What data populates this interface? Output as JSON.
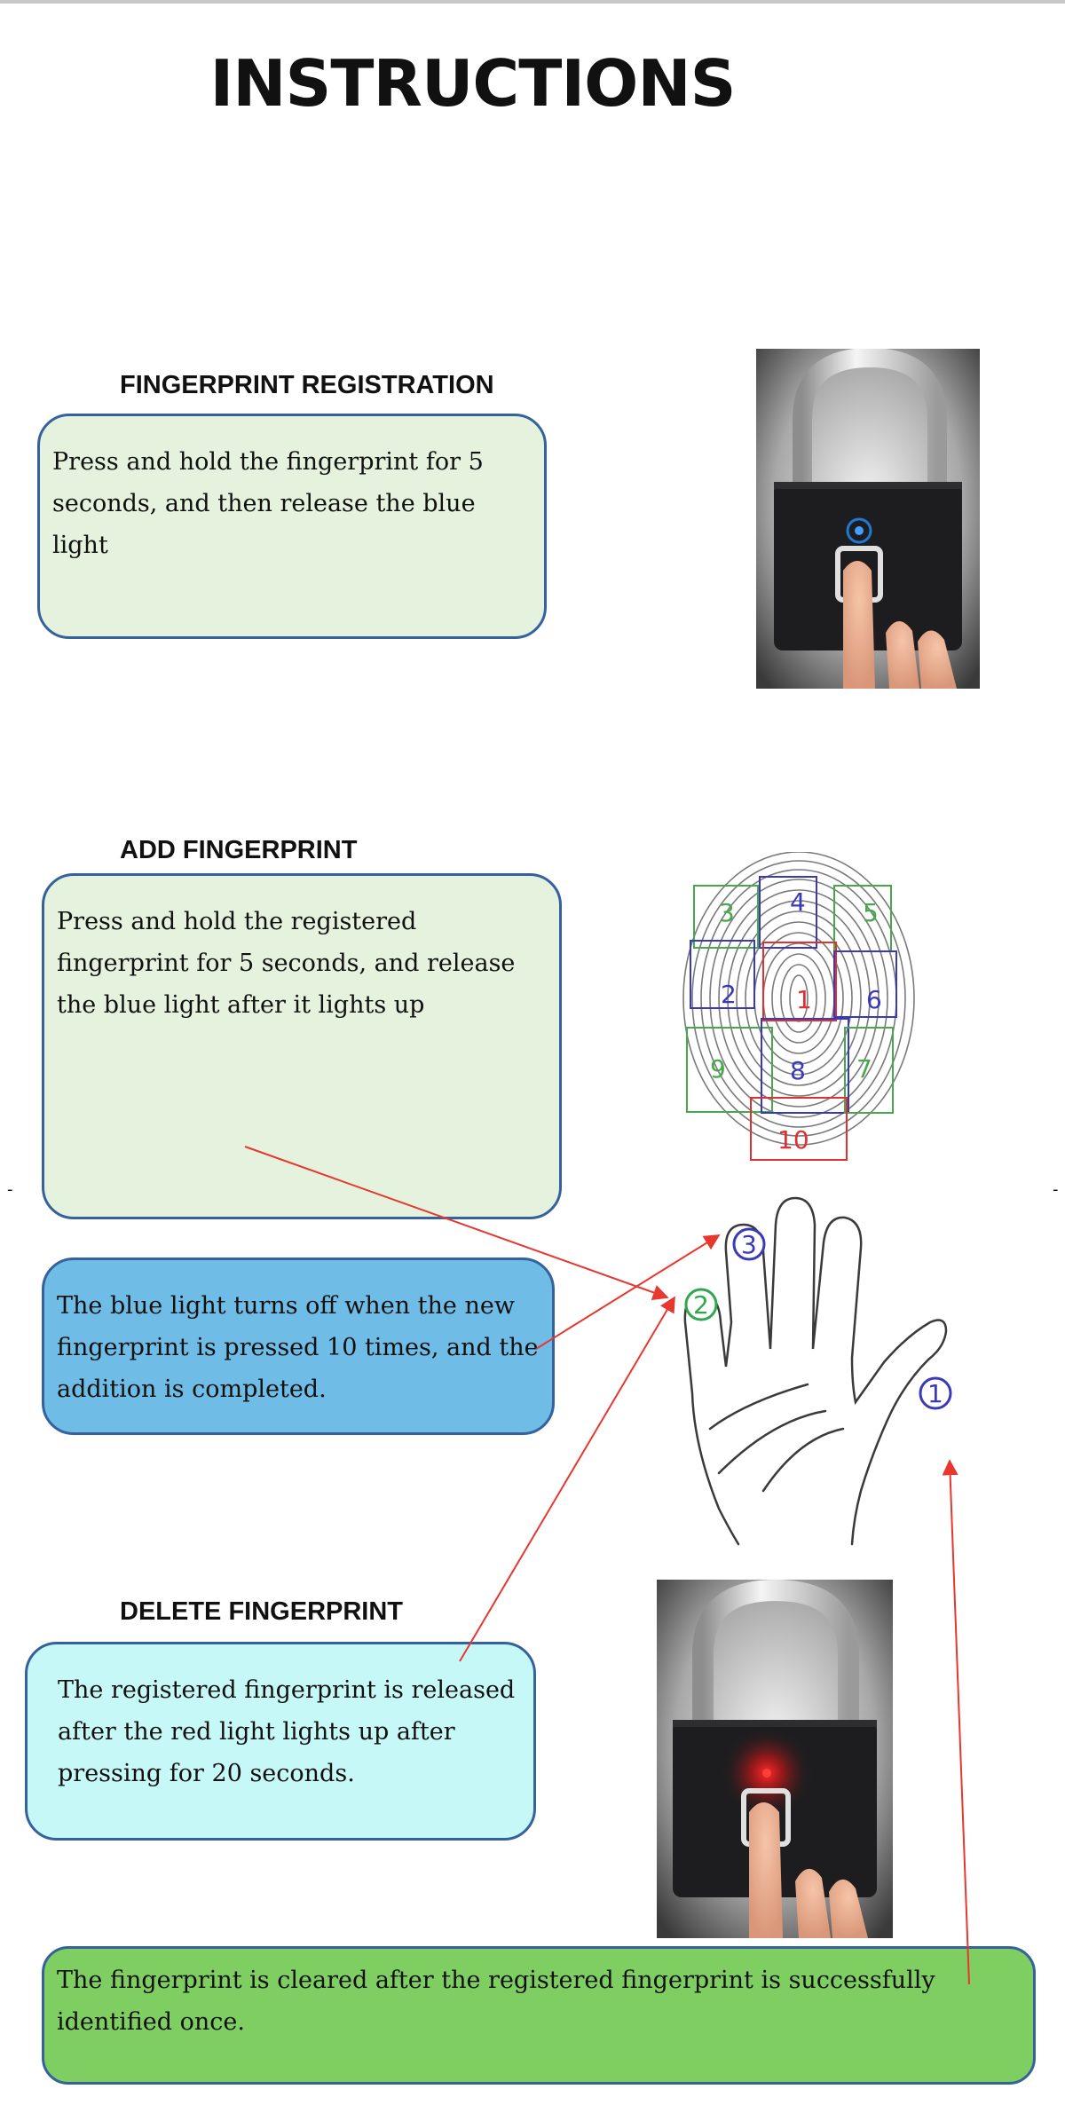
{
  "title": "INSTRUCTIONS",
  "sections": {
    "registration": {
      "heading": "FINGERPRINT REGISTRATION",
      "text": "Press and hold the fingerprint for 5 seconds, and then release the blue light"
    },
    "add": {
      "heading": "ADD FINGERPRINT",
      "text": "Press and hold the registered fingerprint for 5 seconds, and release the blue light after it lights up"
    },
    "add_complete": {
      "text": "The blue light turns off when the new fingerprint is pressed 10 times, and the addition is completed."
    },
    "delete": {
      "heading": "DELETE FINGERPRINT",
      "text": "The registered fingerprint is released after the red light lights up after pressing for 20 seconds."
    },
    "clear": {
      "text": "The fingerprint is cleared after the registered fingerprint is successfully identified once."
    }
  },
  "fingerprint_zones": [
    "1",
    "2",
    "3",
    "4",
    "5",
    "6",
    "7",
    "8",
    "9",
    "10"
  ],
  "hand_fingers": [
    "1",
    "2",
    "3"
  ],
  "margin_marks": [
    "-",
    "-"
  ],
  "colors": {
    "box_border": "#35629c",
    "light_green_fill": "#e4f2de",
    "blue_fill": "#6fbce6",
    "cyan_fill": "#c7f8f8",
    "green_fill": "#7ece62",
    "arrow_red": "#e8372e",
    "zone_green": "#47a84c",
    "zone_blue": "#3a3ab8",
    "zone_red": "#e03030"
  },
  "icons": [
    "padlock-blue-light-photo",
    "fingerprint-zones-diagram",
    "hand-diagram",
    "padlock-red-light-photo"
  ]
}
